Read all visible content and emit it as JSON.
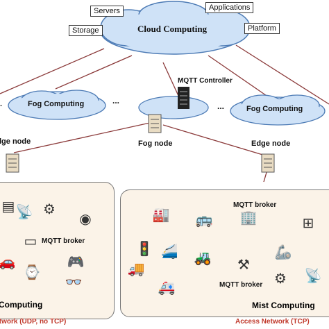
{
  "cloud": {
    "title": "Cloud Computing",
    "services": {
      "servers": "Servers",
      "applications": "Applications",
      "storage": "Storage",
      "platform": "Platform"
    }
  },
  "fog": {
    "left_cloud": "Fog Computing",
    "right_cloud": "Fog Computing",
    "controller": "MQTT Controller",
    "ellipsis_left": "...",
    "ellipsis_right": "..."
  },
  "nodes": {
    "left": "Edge node",
    "center": "Fog node",
    "right": "Edge node"
  },
  "left_panel": {
    "broker": "MQTT broker",
    "caption": "Computing",
    "network": "Network (UDP, no TCP)"
  },
  "right_panel": {
    "broker_top": "MQTT broker",
    "broker_bottom": "MQTT broker",
    "caption": "Mist Computing",
    "network": "Access Network (TCP)"
  },
  "colors": {
    "cloud_fill": "#cfe2f7",
    "cloud_stroke": "#4d7bb5",
    "link": "#8b3a3a",
    "panel_fill": "#fbf3e8",
    "network_text": "#c0392b"
  },
  "icons": [
    "server-icon",
    "drone-icon",
    "car-icon",
    "truck-icon",
    "tractor-icon",
    "robot-arm-icon",
    "watch-icon",
    "gamepad-icon",
    "train-icon",
    "bus-icon",
    "router-icon",
    "factory-icon",
    "ambulance-icon",
    "traffic-light-icon"
  ]
}
